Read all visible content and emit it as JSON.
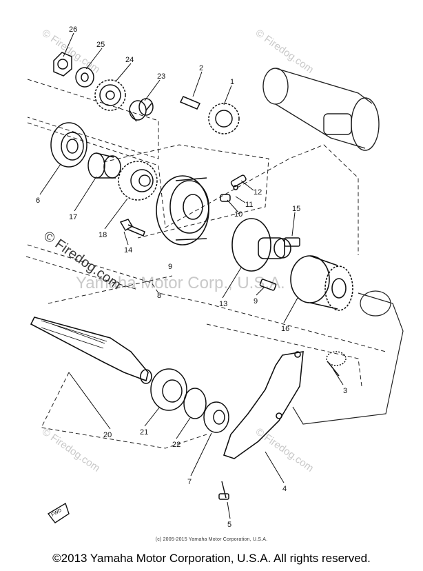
{
  "diagram": {
    "part_numbers": [
      "26",
      "25",
      "24",
      "23",
      "2",
      "1",
      "6",
      "17",
      "18",
      "14",
      "12",
      "11",
      "10",
      "15",
      "9",
      "8",
      "13",
      "9",
      "16",
      "3",
      "20",
      "21",
      "22",
      "7",
      "4",
      "5"
    ],
    "watermarks": {
      "brand_large": "© Firedog.com",
      "brand_center": "Yamaha Motor Corp., U.S.A.",
      "brand_small": "© Firedog.com"
    },
    "arrow_label": "FWD"
  },
  "copyright_small": "(c) 2005-2015 Yamaha Motor Corporation, U.S.A.",
  "footer_text": "©2013 Yamaha Motor Corporation, U.S.A. All rights reserved."
}
